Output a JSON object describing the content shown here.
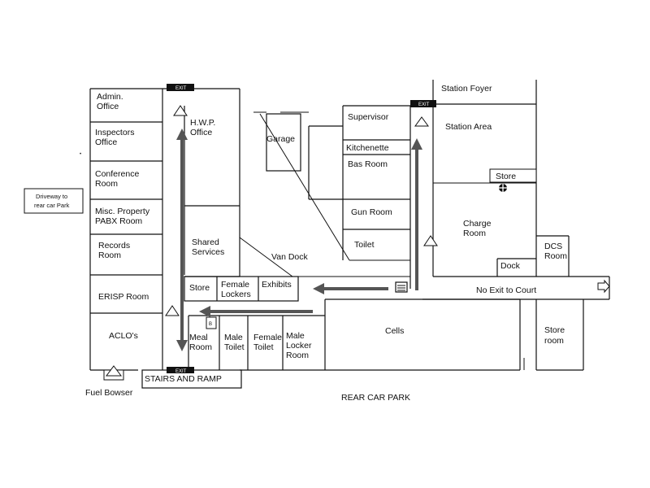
{
  "labels": {
    "admin_office": [
      "Admin.",
      "Office"
    ],
    "inspectors_office": [
      "Inspectors",
      "Office"
    ],
    "conference_room": [
      "Conference",
      "Room"
    ],
    "misc_property": [
      "Misc. Property",
      "PABX Room"
    ],
    "records_room": [
      "Records",
      "Room"
    ],
    "erisp_room": "ERISP Room",
    "aclos": "ACLO's",
    "hwp_office": [
      "H.W.P.",
      "Office"
    ],
    "shared_services": [
      "Shared",
      "Services"
    ],
    "garage": "Garage",
    "van_dock": "Van Dock",
    "store_left": "Store",
    "female_lockers": [
      "Female",
      "Lockers"
    ],
    "exhibits": "Exhibits",
    "meal_room": [
      "Meal",
      "Room"
    ],
    "male_toilet": [
      "Male",
      "Toilet"
    ],
    "female_toilet": [
      "Female",
      "Toilet"
    ],
    "male_locker_room": [
      "Male",
      "Locker",
      "Room"
    ],
    "stairs_and_ramp": "STAIRS AND RAMP",
    "fuel_bowser": "Fuel Bowser",
    "rear_car_park": "REAR CAR PARK",
    "driveway": [
      "Driveway to",
      "rear car Park"
    ],
    "supervisor": "Supervisor",
    "kitchenette": "Kitchenette",
    "bas_room": "Bas Room",
    "gun_room": "Gun Room",
    "toilet": "Toilet",
    "cells": "Cells",
    "station_foyer": "Station Foyer",
    "station_area": "Station Area",
    "store_right": "Store",
    "charge_room": [
      "Charge",
      "Room"
    ],
    "dcs_room": [
      "DCS",
      "Room"
    ],
    "dock": "Dock",
    "no_exit_to_court": "No Exit to Court",
    "store_room": [
      "Store",
      "room"
    ]
  },
  "signs": {
    "exit": "EXIT",
    "marker_b": "B"
  }
}
